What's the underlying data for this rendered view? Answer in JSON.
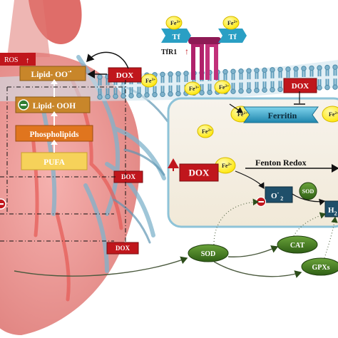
{
  "ros_label": "ROS",
  "lipid_peroxyl": {
    "base": "Lipid- OO",
    "sup": "-•"
  },
  "lipid_ooh": "Lipid- OOH",
  "phospholipids": "Phospholipids",
  "pufa": "PUFA",
  "dox": "DOX",
  "tf": "Tf",
  "tfr1": "TfR1",
  "fe3": {
    "base": "Fe",
    "sup": "3+"
  },
  "fe2": {
    "base": "Fe",
    "sup": "2+"
  },
  "ferritin": "Ferritin",
  "fenton_redox": "Fenton Redox",
  "superoxide": {
    "base": "O",
    "sup": "-",
    "sub": "2"
  },
  "sod": "SOD",
  "cat": "CAT",
  "gpxs": "GPXs",
  "h2o2_partial": {
    "base": "H",
    "sub": "2"
  },
  "colors": {
    "dox_red": "#c0161c",
    "fe_yellow": "#ffee1a",
    "lipid_box": "#c8862a",
    "phospholipid_box": "#e0751e",
    "pufa_box": "#f6d25a",
    "membrane": "#6aa8c4",
    "ferritin": "#2a9fc4",
    "enzyme_green": "#3f7a1c",
    "cell_fill": "#f3efe6",
    "receptor": "#b0216a"
  }
}
